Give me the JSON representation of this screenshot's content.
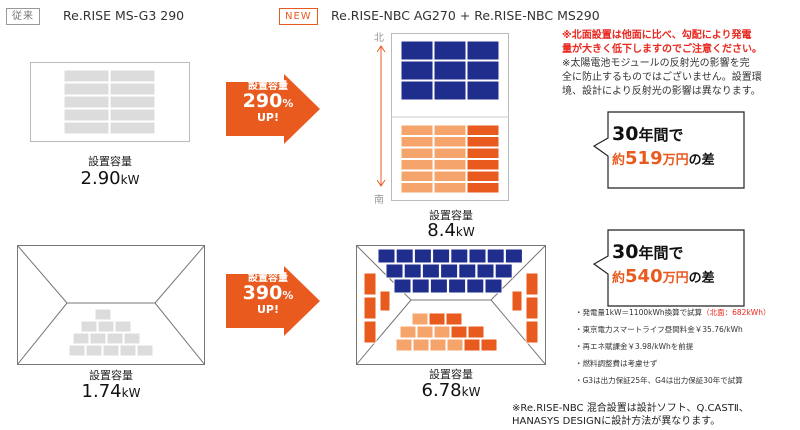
{
  "header": {
    "old_tag": "従来",
    "old_product": "Re.RISE MS-G3 290",
    "new_tag": "NEW",
    "new_product": "Re.RISE-NBC AG270 + Re.RISE-NBC MS290"
  },
  "row1": {
    "left_label": "設置容量",
    "left_value": "2.90",
    "left_unit": "kW",
    "arrow_l1": "設置容量",
    "arrow_pct": "290",
    "arrow_pct_sign": "%",
    "arrow_up": "UP!",
    "compass_north": "北",
    "compass_south": "南",
    "right_label": "設置容量",
    "right_value": "8.4",
    "right_unit": "kW",
    "bubble_a": "30",
    "bubble_b": "年間で",
    "bubble_c": "約",
    "bubble_d": "519",
    "bubble_e": "万円",
    "bubble_f": "の差"
  },
  "row2": {
    "left_label": "設置容量",
    "left_value": "1.74",
    "left_unit": "kW",
    "arrow_l1": "設置容量",
    "arrow_pct": "390",
    "arrow_pct_sign": "%",
    "arrow_up": "UP!",
    "right_label": "設置容量",
    "right_value": "6.78",
    "right_unit": "kW",
    "bubble_a": "30",
    "bubble_b": "年間で",
    "bubble_c": "約",
    "bubble_d": "540",
    "bubble_e": "万円",
    "bubble_f": "の差"
  },
  "notes": {
    "red_1": "※北面設置は他面に比べ、勾配により発電",
    "red_2": "量が大きく低下しますのでご注意ください。",
    "gray_1": "※太陽電池モジュールの反射光の影響を完",
    "gray_2": "全に防止するものではございません。設置環",
    "gray_3": "境、設計により反射光の影響は異なります。"
  },
  "footnotes": {
    "f1": "・発電量1kW＝1100kWh換算で試算",
    "f1_red": "（北面：682kWh）",
    "f2": "・東京電力スマートライフ昼間料金￥35.76/kWh",
    "f3": "・再エネ賦課金￥3.98/kWhを前提",
    "f4": "・燃料調整費は考慮せず",
    "f5": "・G3は出力保証25年、G4は出力保証30年で試算"
  },
  "bottom_note": {
    "line1": "※Re.RISE-NBC 混合設置は設計ソフト、Q.CASTⅡ、",
    "line2": "HANASYS DESIGNに設計方法が異なります。"
  },
  "colors": {
    "orange": "#e95a1f",
    "light_orange": "#f5a46c",
    "navy": "#1f2d8c",
    "gray_panel": "#dcdcdc",
    "red": "#e8261d"
  }
}
